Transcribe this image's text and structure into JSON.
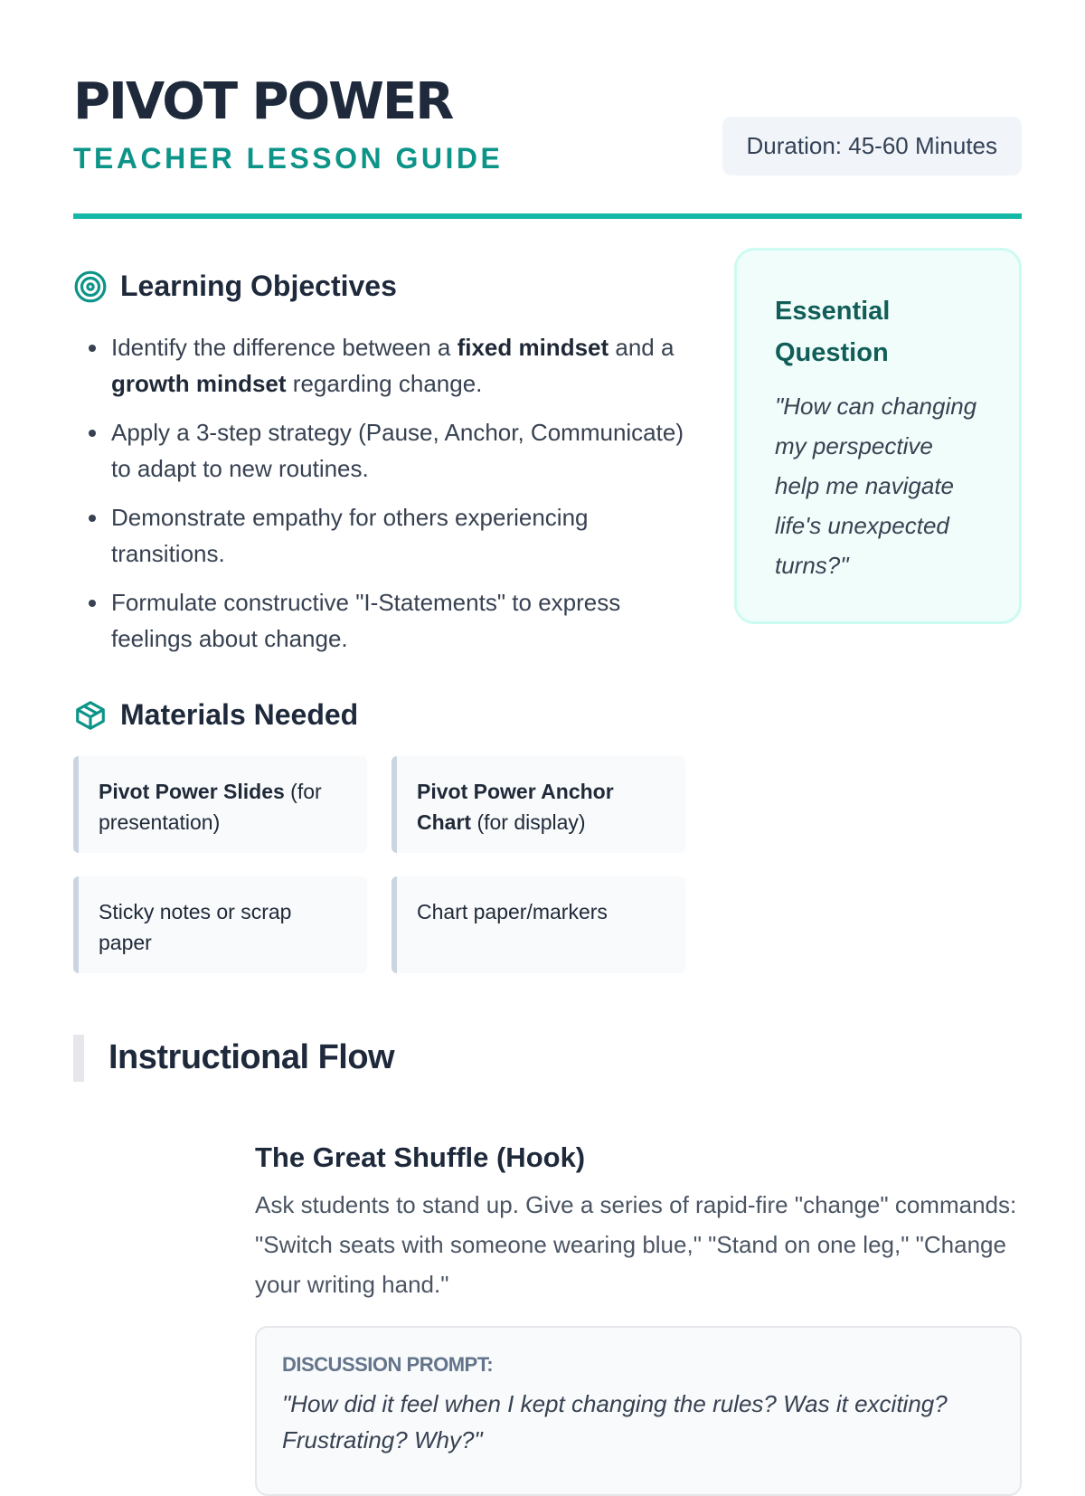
{
  "header": {
    "title": "PIVOT POWER",
    "subtitle": "TEACHER LESSON GUIDE",
    "duration": "Duration: 45-60 Minutes"
  },
  "objectives": {
    "heading": "Learning Objectives",
    "icon": "target-icon",
    "items": [
      {
        "p1": "Identify the difference between a ",
        "b1": "fixed mindset",
        "p2": " and a ",
        "b2": "growth mindset",
        "p3": " regarding change."
      },
      {
        "text": "Apply a 3-step strategy (Pause, Anchor, Communicate) to adapt to new routines."
      },
      {
        "text": "Demonstrate empathy for others experiencing transitions."
      },
      {
        "text": "Formulate constructive \"I-Statements\" to express feelings about change."
      }
    ]
  },
  "materials": {
    "heading": "Materials Needed",
    "icon": "package-icon",
    "items": [
      {
        "bold": "Pivot Power Slides",
        "rest": " (for presentation)"
      },
      {
        "bold": "Pivot Power Anchor Chart",
        "rest": " (for display)"
      },
      {
        "bold": "",
        "rest": "Sticky notes or scrap paper"
      },
      {
        "bold": "",
        "rest": "Chart paper/markers"
      }
    ]
  },
  "essential": {
    "heading": "Essential Question",
    "question": "\"How can changing my perspective help me navigate life's unexpected turns?\""
  },
  "flow": {
    "heading": "Instructional Flow",
    "steps": [
      {
        "title": "The Great Shuffle (Hook)",
        "body": "Ask students to stand up. Give a series of rapid-fire \"change\" commands: \"Switch seats with someone wearing blue,\" \"Stand on one leg,\" \"Change your writing hand.\"",
        "prompt_label": "DISCUSSION PROMPT:",
        "prompt": "\"How did it feel when I kept changing the rules? Was it exciting? Frustrating? Why?\""
      }
    ]
  },
  "colors": {
    "accent": "#14b8a6",
    "accent_dark": "#0d9488",
    "text": "#1e293b"
  }
}
